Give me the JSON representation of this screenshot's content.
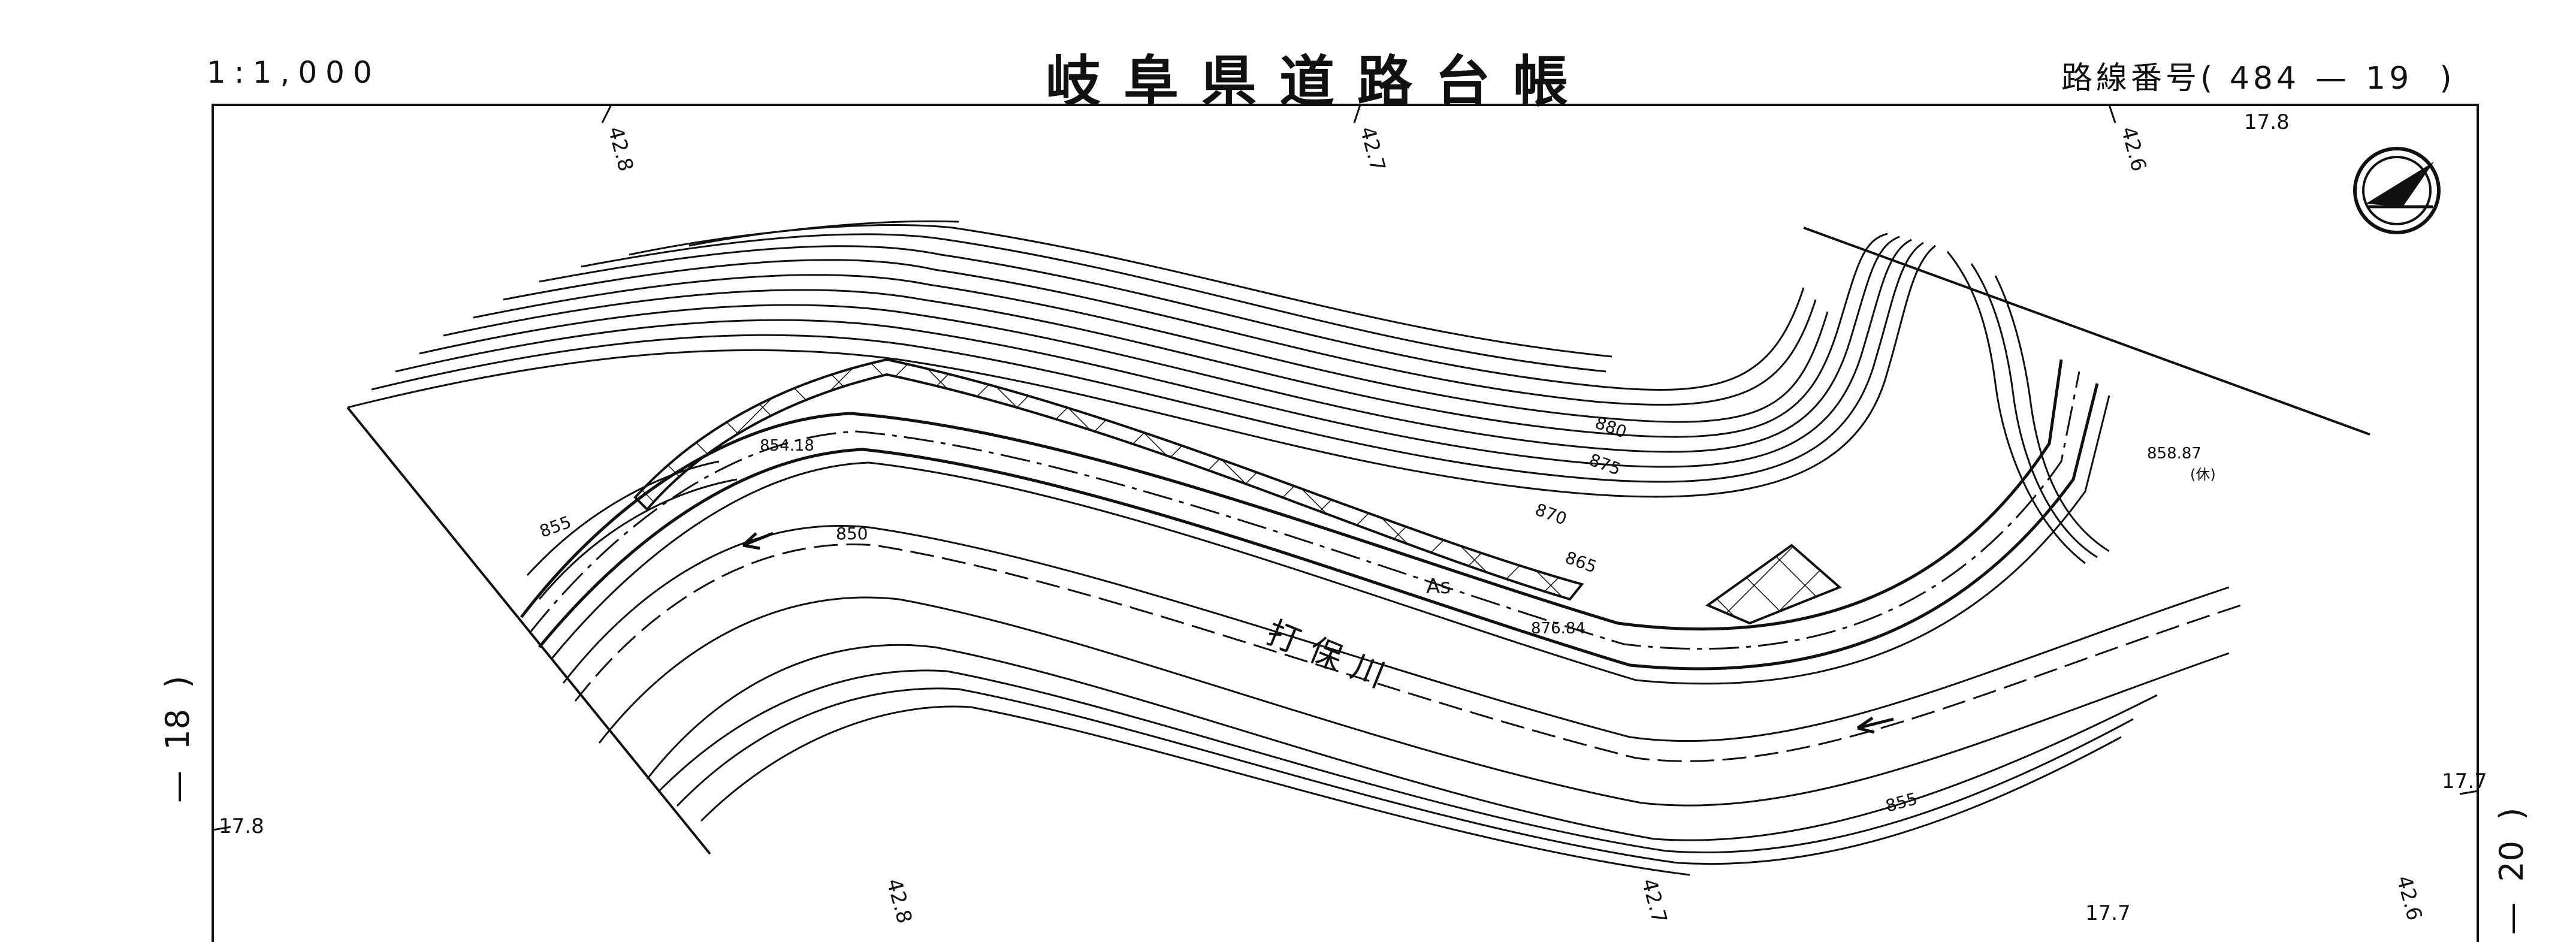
{
  "header": {
    "scale": "1:1,000",
    "title": "岐阜県道路台帳",
    "route_label": "路線番号",
    "route_number": "484",
    "route_sub": "19"
  },
  "adjacent_sheets": {
    "prev": "18",
    "next": "20"
  },
  "grid_labels": {
    "top": [
      "42.8",
      "42.7",
      "42.6",
      "17.8"
    ],
    "bottom": [
      "42.8",
      "42.7",
      "17.7",
      "42.6"
    ],
    "left": "17.8",
    "right": "17.7"
  },
  "map": {
    "elevation_points": [
      "854.18",
      "876.84",
      "858.87"
    ],
    "contours": [
      "880",
      "875",
      "870",
      "865",
      "855",
      "850",
      "855"
    ],
    "river_name": "打保川",
    "pavement": "As",
    "rest_label": "(休)"
  },
  "colors": {
    "ink": "#111111",
    "paper": "#ffffff"
  },
  "north_arrow": "north-arrow-icon"
}
